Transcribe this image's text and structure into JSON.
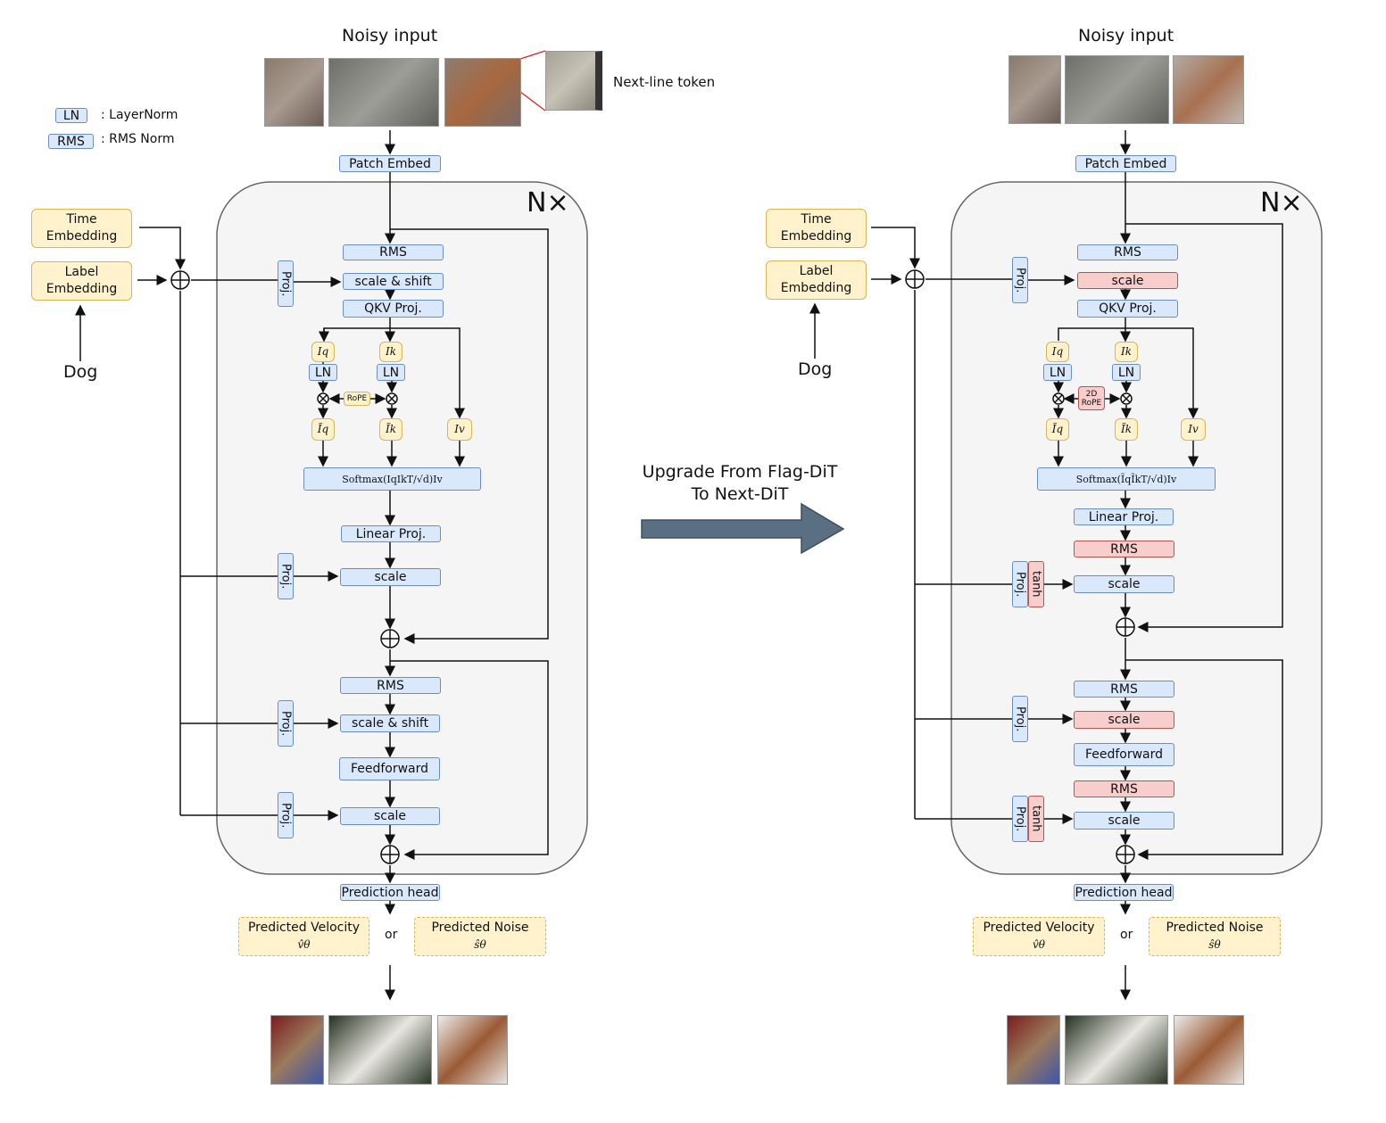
{
  "left": {
    "title": "Noisy input",
    "next_line_label": "Next-line token",
    "legend": {
      "ln_badge": "LN",
      "ln_text": ": LayerNorm",
      "rms_badge": "RMS",
      "rms_text": ": RMS Norm"
    },
    "nx": "N×",
    "patch_embed": "Patch Embed",
    "time_embedding_1": "Time",
    "time_embedding_2": "Embedding",
    "label_embedding_1": "Label",
    "label_embedding_2": "Embedding",
    "dog": "Dog",
    "rms1": "RMS",
    "scale_shift1": "scale & shift",
    "qkv": "QKV Proj.",
    "proj": "Proj.",
    "iq": "Iq",
    "ik": "Ik",
    "ln": "LN",
    "rope": "RoPE",
    "iq_t": "Ĩq",
    "ik_t": "Ĩk",
    "iv": "Iv",
    "softmax": "Softmax(IqIkT/√d)Iv",
    "linear_proj": "Linear Proj.",
    "scale1": "scale",
    "rms2": "RMS",
    "scale_shift2": "scale & shift",
    "feedforward": "Feedforward",
    "scale2": "scale",
    "prediction_head": "Prediction head",
    "pred_velocity": "Predicted Velocity",
    "pred_velocity_sym": "v̂θ",
    "or": "or",
    "pred_noise": "Predicted Noise",
    "pred_noise_sym": "ŝθ"
  },
  "middle": {
    "upgrade_line1": "Upgrade From Flag-DiT",
    "upgrade_line2": "To Next-DiT"
  },
  "right": {
    "title": "Noisy input",
    "nx": "N×",
    "patch_embed": "Patch Embed",
    "time_embedding_1": "Time",
    "time_embedding_2": "Embedding",
    "label_embedding_1": "Label",
    "label_embedding_2": "Embedding",
    "dog": "Dog",
    "rms1": "RMS",
    "scale1": "scale",
    "qkv": "QKV Proj.",
    "proj": "Proj.",
    "tanh": "tanh",
    "iq": "Iq",
    "ik": "Ik",
    "ln": "LN",
    "rope_1": "2D",
    "rope_2": "RoPE",
    "iq_t": "Ĩq",
    "ik_t": "Ĩk",
    "iv": "Iv",
    "softmax": "Softmax(ĨqĨkT/√d)Iv",
    "linear_proj": "Linear Proj.",
    "rms2": "RMS",
    "scale2": "scale",
    "rms3": "RMS",
    "scale3": "scale",
    "feedforward": "Feedforward",
    "rms4": "RMS",
    "scale4": "scale",
    "prediction_head": "Prediction head",
    "pred_velocity": "Predicted Velocity",
    "pred_velocity_sym": "v̂θ",
    "or": "or",
    "pred_noise": "Predicted Noise",
    "pred_noise_sym": "ŝθ"
  }
}
